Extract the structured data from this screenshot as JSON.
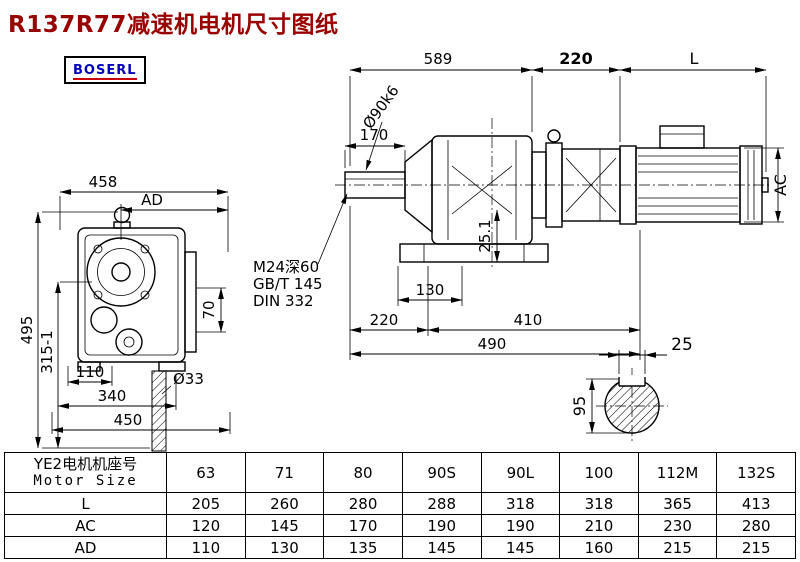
{
  "title": "R137R77减速机电机尺寸图纸",
  "logo": "BOSERL",
  "colors": {
    "title": "#990000",
    "logo": "#0000bb",
    "logo_underline": "#cc0000",
    "line": "#000000"
  },
  "front_view": {
    "dim_458": "458",
    "dim_AD": "AD",
    "dim_495": "495",
    "dim_315": "315-1",
    "dim_110": "110",
    "dim_340": "340",
    "dim_450": "450",
    "dim_70": "70",
    "dim_d33": "Ø33"
  },
  "side_view": {
    "dim_589": "589",
    "dim_220_top": "220",
    "dim_L": "L",
    "dim_d90": "Ø90k6",
    "dim_170": "170",
    "dim_25_1": "25.1",
    "note_m24": "M24深60",
    "note_gbt": "GB/T 145",
    "note_din": "DIN 332",
    "dim_130": "130",
    "dim_220_bottom": "220",
    "dim_410": "410",
    "dim_490": "490",
    "dim_AC": "AC"
  },
  "shaft_section": {
    "dim_25": "25",
    "dim_95": "95"
  },
  "table": {
    "header_line1": "YE2电机机座号",
    "header_line2": "Motor Size",
    "sizes": [
      "63",
      "71",
      "80",
      "90S",
      "90L",
      "100",
      "112M",
      "132S"
    ],
    "rows": [
      {
        "label": "L",
        "values": [
          "205",
          "260",
          "280",
          "288",
          "318",
          "318",
          "365",
          "413"
        ]
      },
      {
        "label": "AC",
        "values": [
          "120",
          "145",
          "170",
          "190",
          "190",
          "210",
          "230",
          "280"
        ]
      },
      {
        "label": "AD",
        "values": [
          "110",
          "130",
          "135",
          "145",
          "145",
          "160",
          "215",
          "215"
        ]
      }
    ]
  }
}
